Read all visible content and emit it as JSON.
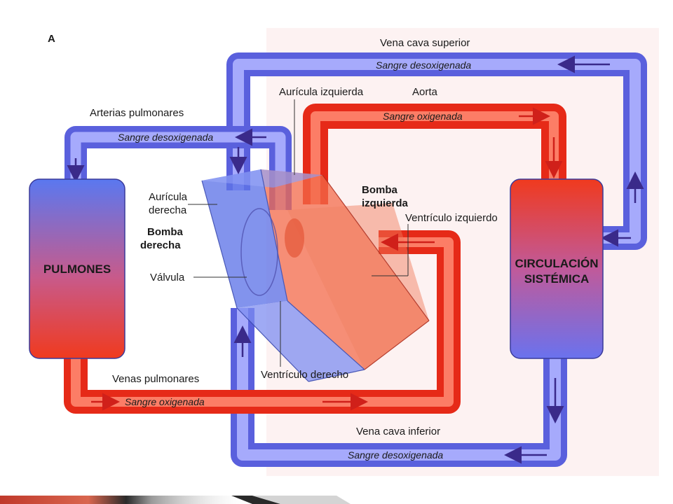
{
  "panel_letter": "A",
  "labels": {
    "vena_cava_superior": "Vena cava superior",
    "auricula_izquierda": "Aurícula izquierda",
    "aorta": "Aorta",
    "arterias_pulmonares": "Arterias pulmonares",
    "auricula_derecha_1": "Aurícula",
    "auricula_derecha_2": "derecha",
    "bomba_derecha_1": "Bomba",
    "bomba_derecha_2": "derecha",
    "bomba_izquierda_1": "Bomba",
    "bomba_izquierda_2": "izquierda",
    "ventriculo_izquierdo": "Ventrículo izquierdo",
    "valvula": "Válvula",
    "ventriculo_derecho": "Ventrículo derecho",
    "venas_pulmonares": "Venas pulmonares",
    "vena_cava_inferior": "Vena cava inferior"
  },
  "flows": {
    "top_deoxy": "Sangre desoxigenada",
    "pulm_deoxy": "Sangre desoxigenada",
    "aorta_oxy": "Sangre oxigenada",
    "pulm_oxy": "Sangre oxigenada",
    "bottom_deoxy": "Sangre desoxigenada"
  },
  "boxes": {
    "pulmones": "PULMONES",
    "circulacion_1": "CIRCULACIÓN",
    "circulacion_2": "SISTÉMICA"
  },
  "colors": {
    "oxygenated": "#f0321e",
    "deoxygenated": "#6a72ee",
    "arrow": "#3a2a8a",
    "footer_red": "#c0392b",
    "footer_dark": "#2a2a2a"
  }
}
